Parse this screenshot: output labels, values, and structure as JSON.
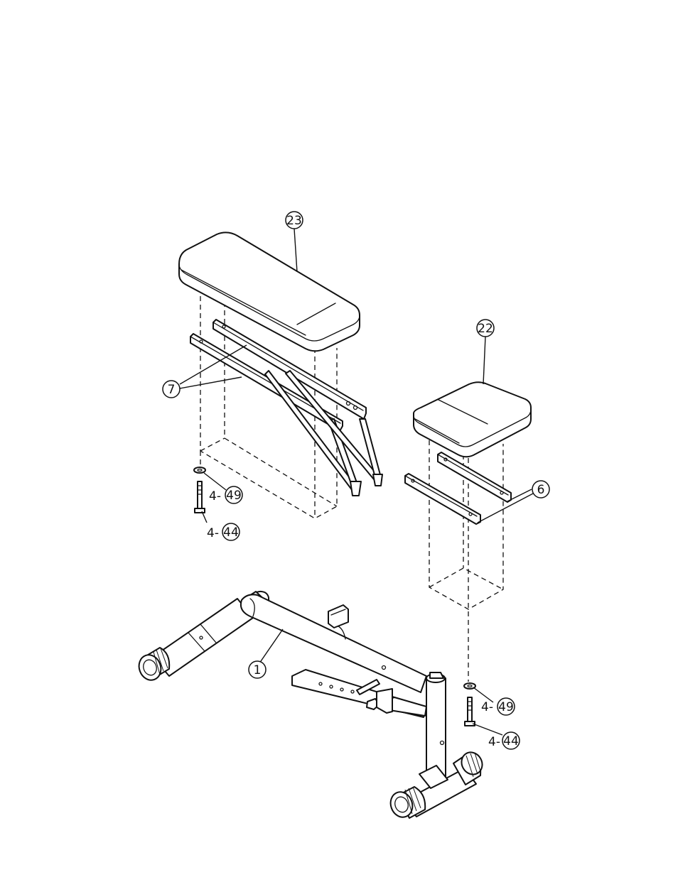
{
  "callouts": {
    "seat_pad_large": {
      "number": "23"
    },
    "seat_pad_small": {
      "number": "22"
    },
    "bracket_large": {
      "number": "7"
    },
    "bracket_small": {
      "number": "6"
    },
    "main_frame": {
      "number": "1"
    },
    "washer_left": {
      "prefix": "4-",
      "number": "49"
    },
    "bolt_left": {
      "prefix": "4-",
      "number": "44"
    },
    "washer_right": {
      "prefix": "4-",
      "number": "49"
    },
    "bolt_right": {
      "prefix": "4-",
      "number": "44"
    }
  }
}
